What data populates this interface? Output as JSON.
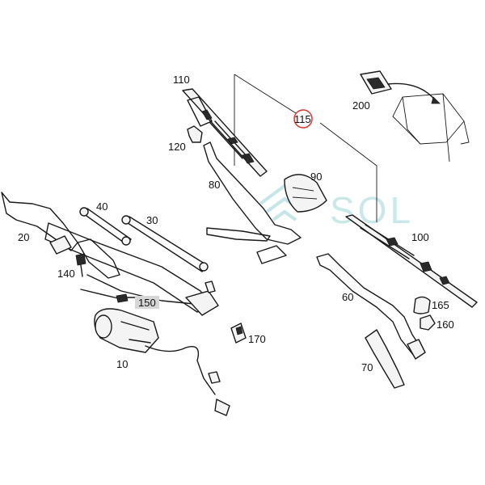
{
  "diagram": {
    "watermark": "SOL",
    "highlight_color": "#d9342b",
    "label_box_color": "#d6d6d6",
    "parts": [
      {
        "id": "110",
        "label": "110"
      },
      {
        "id": "115",
        "label": "115",
        "highlighted": true
      },
      {
        "id": "200",
        "label": "200"
      },
      {
        "id": "120",
        "label": "120"
      },
      {
        "id": "90",
        "label": "90"
      },
      {
        "id": "80",
        "label": "80"
      },
      {
        "id": "40",
        "label": "40"
      },
      {
        "id": "30",
        "label": "30"
      },
      {
        "id": "20",
        "label": "20"
      },
      {
        "id": "100",
        "label": "100"
      },
      {
        "id": "140",
        "label": "140"
      },
      {
        "id": "150",
        "label": "150",
        "boxed": true
      },
      {
        "id": "60",
        "label": "60"
      },
      {
        "id": "165",
        "label": "165"
      },
      {
        "id": "160",
        "label": "160"
      },
      {
        "id": "170",
        "label": "170"
      },
      {
        "id": "10",
        "label": "10"
      },
      {
        "id": "70",
        "label": "70"
      }
    ]
  }
}
